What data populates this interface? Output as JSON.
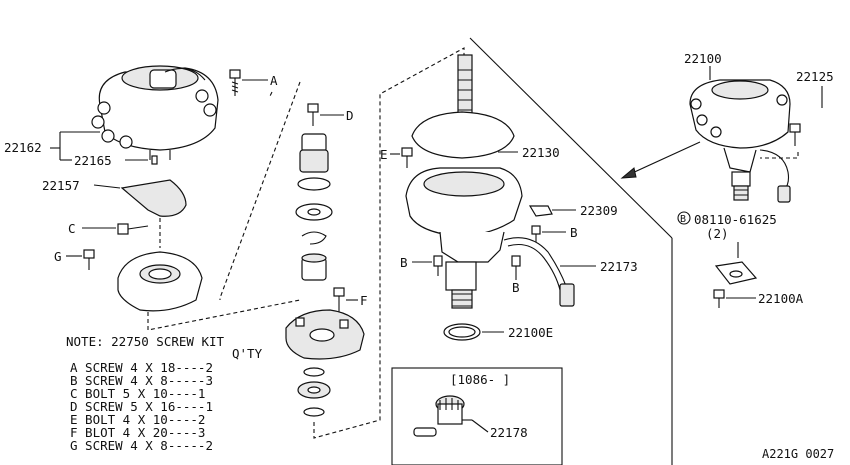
{
  "callouts": {
    "c22100": "22100",
    "c22125": "22125",
    "c22162": "22162",
    "c22165": "22165",
    "c22157": "22157",
    "c22130": "22130",
    "c22309": "22309",
    "c22173": "22173",
    "c22100E": "22100E",
    "c22178": "22178",
    "c22100A": "22100A",
    "bolt_spec": "08110-61625",
    "bolt_spec_qty": "(2)",
    "bolt_circle_letter": "B"
  },
  "letters": {
    "A": "A",
    "B": "B",
    "C": "C",
    "D": "D",
    "E": "E",
    "F": "F",
    "G": "G"
  },
  "inset_label": "[1086-     ]",
  "note": {
    "title": "NOTE: 22750  SCREW KIT",
    "qty_header": "Q'TY",
    "rows": [
      "A  SCREW   4 X 18----2",
      "B  SCREW   4 X 8-----3",
      "C  BOLT    5 X 10----1",
      "D  SCREW   5 X 16----1",
      "E  BOLT    4 X 10----2",
      "F  BLOT    4 X 20----3",
      "G  SCREW   4 X 8-----2"
    ]
  },
  "diagram_code": "A221G 0027"
}
